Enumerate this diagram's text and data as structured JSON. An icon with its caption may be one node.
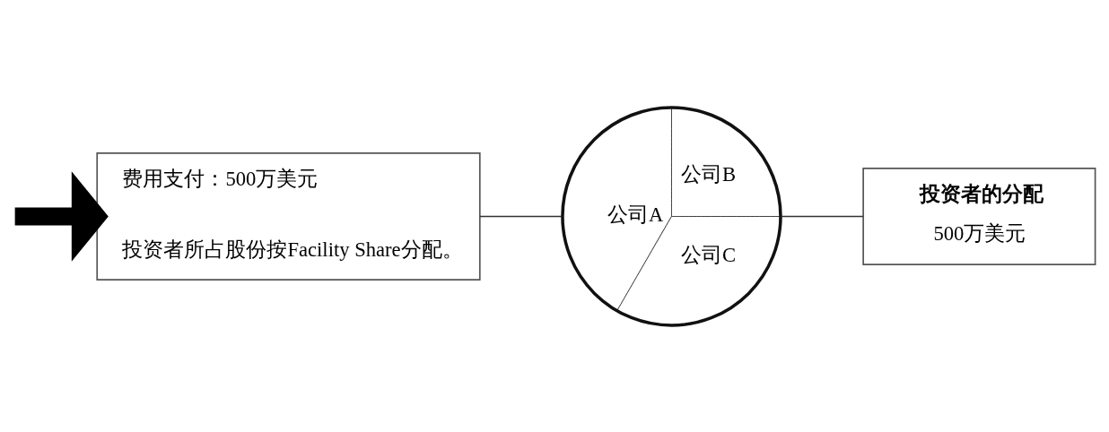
{
  "diagram": {
    "nodes": [
      {
        "text": [
          "费用支付：500万美元",
          "投资者所占股份按Facility Share分配。"
        ]
      },
      {
        "text": [
          "公司A",
          "公司B",
          "公司C"
        ]
      },
      {
        "text": [
          "投资者的分配",
          "500万美元"
        ]
      }
    ],
    "edges": [
      {
        "from": null,
        "to": 0,
        "arrow": "to",
        "style": "thick"
      },
      {
        "from": 0,
        "to": 1,
        "arrow": "none"
      },
      {
        "from": 1,
        "to": 2,
        "arrow": "none"
      }
    ]
  }
}
